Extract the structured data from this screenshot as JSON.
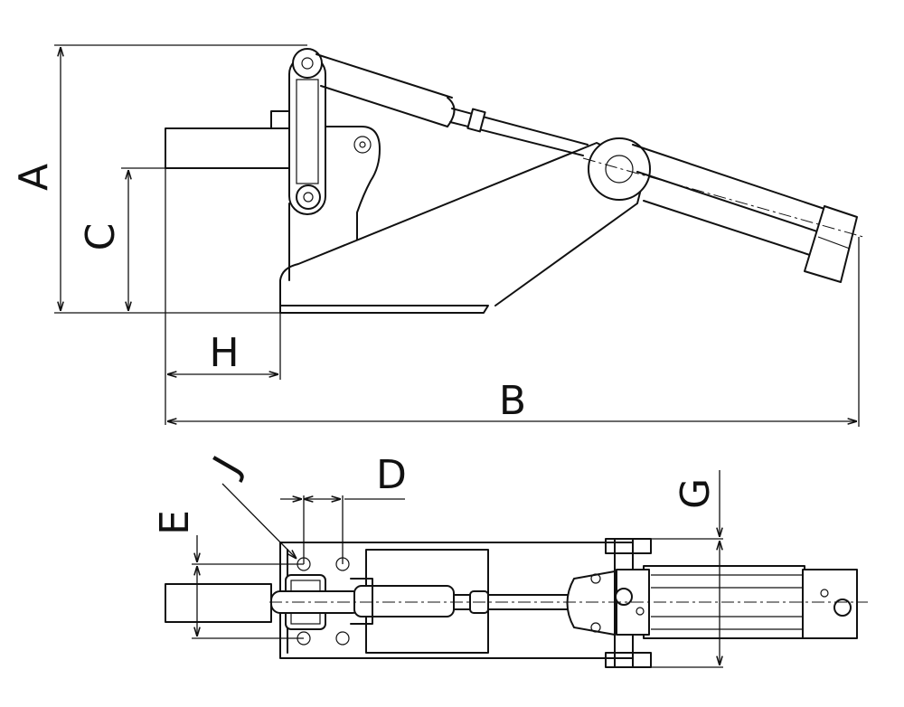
{
  "labels": {
    "A": "A",
    "B": "B",
    "C": "C",
    "D": "D",
    "E": "E",
    "G": "G",
    "H": "H",
    "J": "J"
  }
}
